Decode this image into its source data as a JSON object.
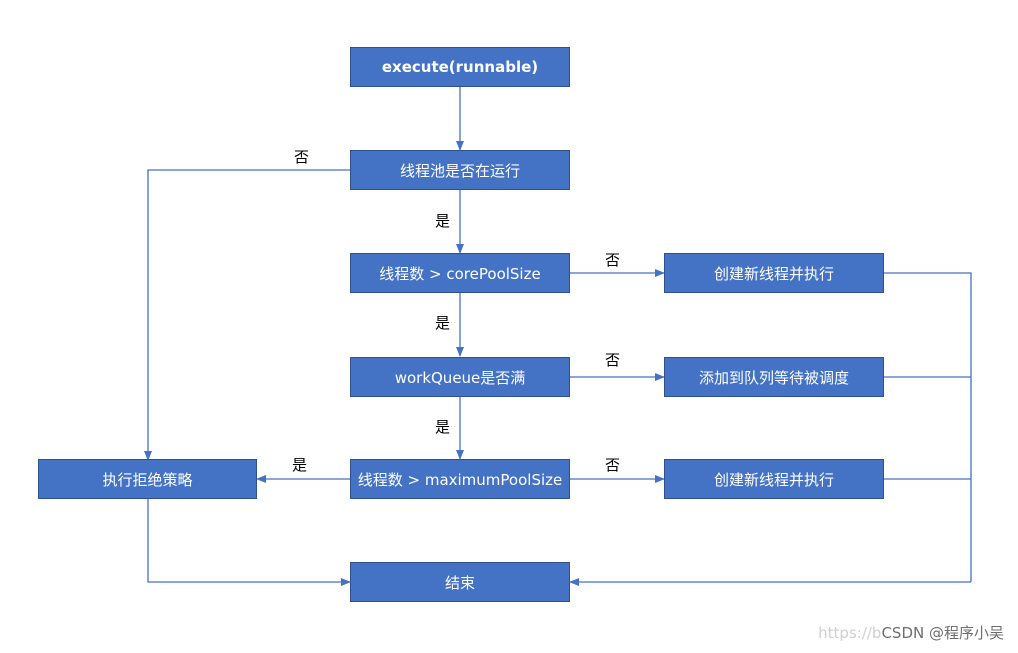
{
  "colors": {
    "node_fill": "#4472c4",
    "node_border": "#2f528f",
    "arrow": "#4472c4"
  },
  "nodes": {
    "execute": "execute(runnable)",
    "pool_running": "线程池是否在运行",
    "core_check": "线程数 > corePoolSize",
    "create_thread_1": "创建新线程并执行",
    "queue_full": "workQueue是否满",
    "add_queue": "添加到队列等待被调度",
    "max_check": "线程数 > maximumPoolSize",
    "create_thread_2": "创建新线程并执行",
    "reject": "执行拒绝策略",
    "end": "结束"
  },
  "edge_labels": {
    "no_running": "否",
    "yes_running": "是",
    "no_core": "否",
    "yes_core": "是",
    "no_queue": "否",
    "yes_queue": "是",
    "yes_max": "是",
    "no_max": "否"
  },
  "watermark": {
    "faint": "https://b",
    "text": "CSDN @程序小吴"
  }
}
